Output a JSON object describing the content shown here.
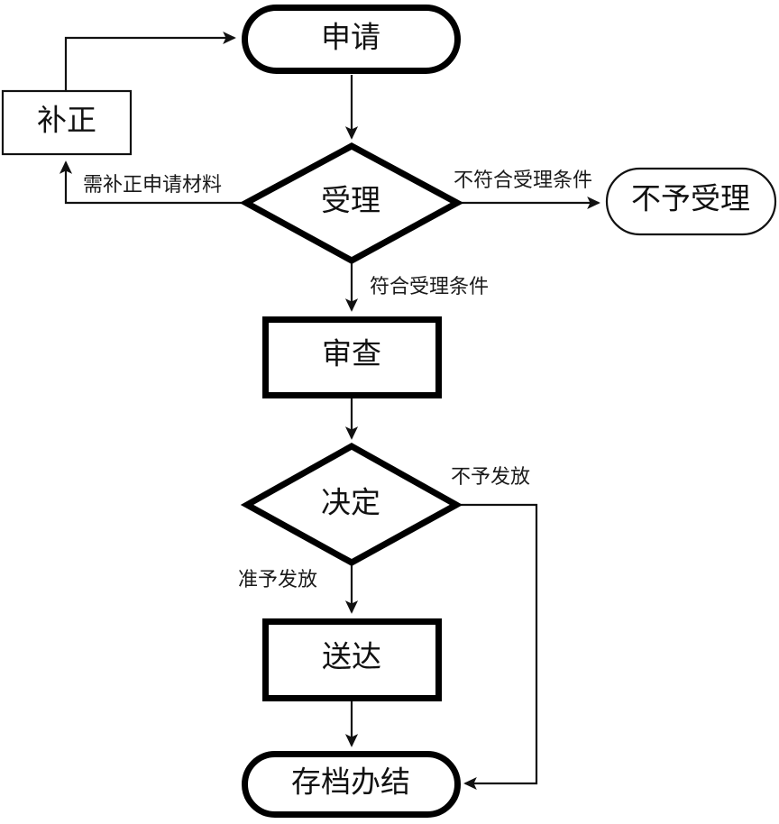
{
  "diagram": {
    "type": "flowchart",
    "title": "",
    "orientation": "top-to-bottom",
    "colors": {
      "background": "#ffffff",
      "stroke": "#000000",
      "thin_stroke": "#111111",
      "text": "#111111"
    },
    "nodes": [
      {
        "id": "apply",
        "label": "申请",
        "shape": "stadium",
        "border": "thick"
      },
      {
        "id": "correct",
        "label": "补正",
        "shape": "rectangle",
        "border": "thin"
      },
      {
        "id": "accept",
        "label": "受理",
        "shape": "diamond",
        "border": "thick"
      },
      {
        "id": "reject",
        "label": "不予受理",
        "shape": "stadium",
        "border": "thin"
      },
      {
        "id": "review",
        "label": "审查",
        "shape": "rectangle",
        "border": "thick"
      },
      {
        "id": "decide",
        "label": "决定",
        "shape": "diamond",
        "border": "thick"
      },
      {
        "id": "deliver",
        "label": "送达",
        "shape": "rectangle",
        "border": "thick"
      },
      {
        "id": "archive",
        "label": "存档办结",
        "shape": "stadium",
        "border": "thick"
      }
    ],
    "edges": [
      {
        "from": "apply",
        "to": "accept",
        "label": ""
      },
      {
        "from": "accept",
        "to": "correct",
        "label": "需补正申请材料"
      },
      {
        "from": "correct",
        "to": "apply",
        "label": ""
      },
      {
        "from": "accept",
        "to": "reject",
        "label": "不符合受理条件"
      },
      {
        "from": "accept",
        "to": "review",
        "label": "符合受理条件"
      },
      {
        "from": "review",
        "to": "decide",
        "label": ""
      },
      {
        "from": "decide",
        "to": "deliver",
        "label": "准予发放"
      },
      {
        "from": "decide",
        "to": "archive",
        "label": "不予发放"
      },
      {
        "from": "deliver",
        "to": "archive",
        "label": ""
      }
    ],
    "edge_labels": {
      "need_correction": "需补正申请材料",
      "not_meeting_conditions": "不符合受理条件",
      "meeting_conditions": "符合受理条件",
      "grant_issue": "准予发放",
      "no_issue": "不予发放"
    }
  }
}
